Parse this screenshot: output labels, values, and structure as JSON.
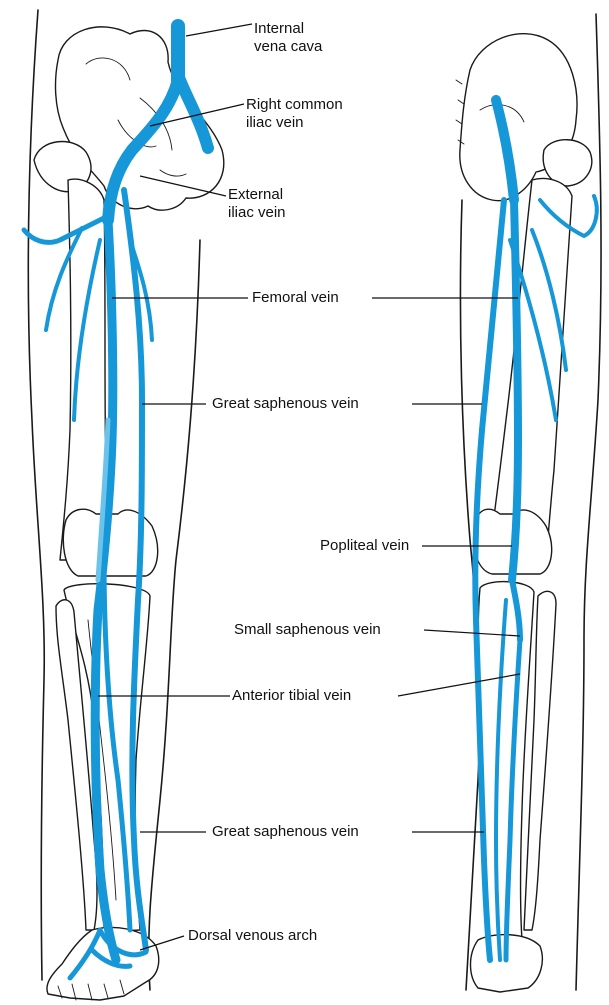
{
  "colors": {
    "vein": "#1597d8",
    "vein_light": "#6cc3ea",
    "bone_outline": "#1a1a1a",
    "background": "#ffffff"
  },
  "labels": {
    "internal_vena_cava": [
      "Internal",
      "vena cava"
    ],
    "right_common_iliac_vein": [
      "Right common",
      "iliac vein"
    ],
    "external_iliac_vein": [
      "External",
      "iliac vein"
    ],
    "femoral_vein": "Femoral vein",
    "great_saphenous_vein_upper": "Great saphenous vein",
    "popliteal_vein": "Popliteal vein",
    "small_saphenous_vein": "Small saphenous vein",
    "anterior_tibial_vein": "Anterior tibial vein",
    "great_saphenous_vein_lower": "Great saphenous vein",
    "dorsal_venous_arch": "Dorsal venous arch"
  }
}
